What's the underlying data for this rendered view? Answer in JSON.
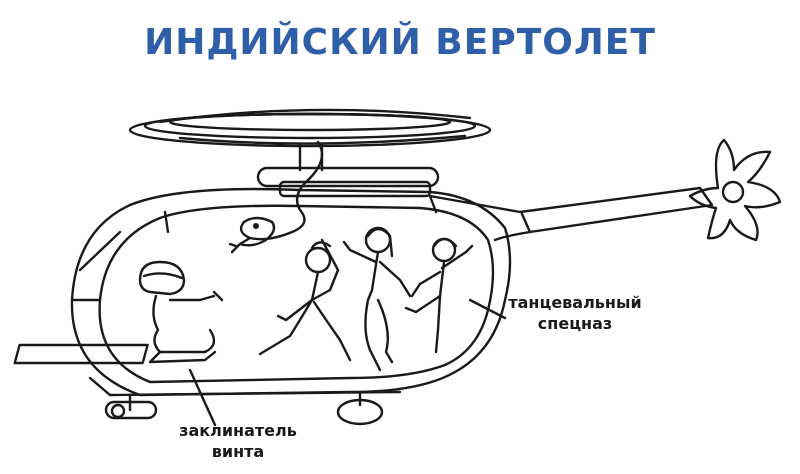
{
  "title": "ИНДИЙСКИЙ ВЕРТОЛЕТ",
  "colors": {
    "title": "#2f5fa8",
    "ink": "#1a1a1a",
    "background": "#ffffff"
  },
  "labels": {
    "dance_team": {
      "line1": "танцевальный",
      "line2": "спецназ"
    },
    "charmer": {
      "line1": "заклинатель",
      "line2": "винта"
    }
  }
}
